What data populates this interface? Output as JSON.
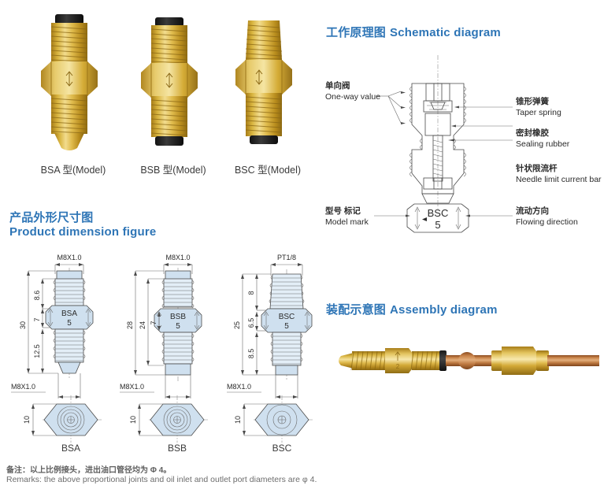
{
  "product_photos": {
    "items": [
      {
        "caption": "BSA 型(Model)",
        "name": "BSA",
        "top_cap": true,
        "bottom_cap": false,
        "bottom_tip": "cone"
      },
      {
        "caption": "BSB 型(Model)",
        "name": "BSB",
        "top_cap": true,
        "bottom_cap": true,
        "bottom_tip": "flat"
      },
      {
        "caption": "BSC 型(Model)",
        "name": "BSC",
        "top_cap": false,
        "bottom_cap": true,
        "bottom_tip": "flat"
      }
    ]
  },
  "dimension_section": {
    "heading_cn": "产品外形尺寸图",
    "heading_en": "Product dimension figure",
    "drawings": [
      {
        "name": "BSA",
        "mark_line1": "BSA",
        "mark_line2": "5",
        "top_thread": "M8X1.0",
        "bottom_thread": "M8X1.0",
        "overall": "30",
        "seg_top": "8.6",
        "seg_hex": "7",
        "seg_bottom": "12.5",
        "hex_across_flats": "10",
        "end_label": "BSA"
      },
      {
        "name": "BSB",
        "mark_line1": "BSB",
        "mark_line2": "5",
        "top_thread": "M8X1.0",
        "bottom_thread": "M8X1.0",
        "overall": "28",
        "inner": "24",
        "seg_hex": "7",
        "hex_across_flats": "10",
        "end_label": "BSB"
      },
      {
        "name": "BSC",
        "mark_line1": "BSC",
        "mark_line2": "5",
        "top_thread": "PT1/8",
        "bottom_thread": "M8X1.0",
        "overall": "25",
        "seg_top": "8",
        "seg_hex": "6.5",
        "seg_bottom": "8.5",
        "hex_across_flats": "10",
        "end_label": "BSC"
      }
    ]
  },
  "schematic_section": {
    "heading_cn": "工作原理图",
    "heading_en": "Schematic diagram",
    "callouts": {
      "one_way_valve_cn": "单向阀",
      "one_way_valve_en": "One-way value",
      "taper_spring_cn": "锥形弹簧",
      "taper_spring_en": "Taper spring",
      "sealing_rubber_cn": "密封橡胶",
      "sealing_rubber_en": "Sealing rubber",
      "needle_bar_cn": "针状限流杆",
      "needle_bar_en": "Needle limit current bar",
      "model_mark_cn": "型号 标记",
      "model_mark_en": "Model mark",
      "flowing_direction_cn": "流动方向",
      "flowing_direction_en": "Flowing direction"
    },
    "nut_mark_line1": "BSC",
    "nut_mark_line2": "5"
  },
  "assembly_section": {
    "heading_cn": "装配示意图",
    "heading_en": "Assembly diagram"
  },
  "remarks": {
    "cn": "备注：以上比例接头，进出油口管径均为 Φ 4。",
    "en": "Remarks: the above proportional joints and oil inlet and outlet port diameters are  φ 4."
  },
  "colors": {
    "heading_blue": "#2e75b6",
    "drawing_fill": "#cfe0ef",
    "brass_light": "#e8c96a",
    "brass_mid": "#c99a28",
    "brass_dark": "#9a7416",
    "copper": "#c07840"
  }
}
